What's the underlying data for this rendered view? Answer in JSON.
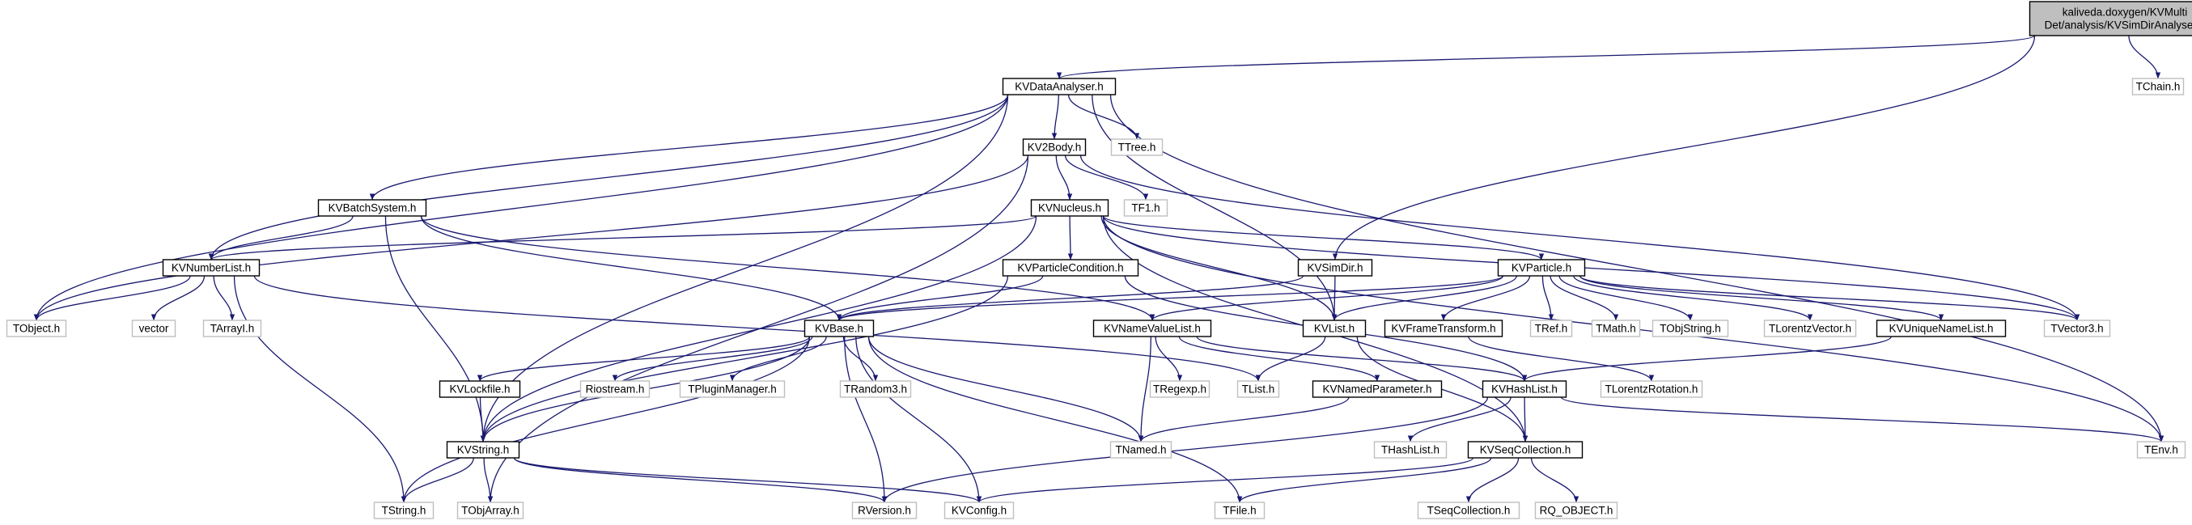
{
  "colors": {
    "background": "#ffffff",
    "edge": "#191970",
    "root_fill": "#bfbfbf",
    "node_fill": "#ffffff",
    "node_border": "#000000",
    "leaf_border": "#bfbfbf",
    "text": "#000000"
  },
  "nodes": [
    {
      "id": "root",
      "lines": [
        "kaliveda.doxygen/KVMulti",
        "Det/analysis/KVSimDirAnalyser.h"
      ],
      "kind": "root"
    },
    {
      "id": "kvdataanalyser",
      "lines": [
        "KVDataAnalyser.h"
      ],
      "kind": "internal"
    },
    {
      "id": "tchain",
      "lines": [
        "TChain.h"
      ],
      "kind": "external"
    },
    {
      "id": "kv2body",
      "lines": [
        "KV2Body.h"
      ],
      "kind": "internal"
    },
    {
      "id": "ttree",
      "lines": [
        "TTree.h"
      ],
      "kind": "external"
    },
    {
      "id": "tf1",
      "lines": [
        "TF1.h"
      ],
      "kind": "external"
    },
    {
      "id": "kvbatchsystem",
      "lines": [
        "KVBatchSystem.h"
      ],
      "kind": "internal"
    },
    {
      "id": "kvnucleus",
      "lines": [
        "KVNucleus.h"
      ],
      "kind": "internal"
    },
    {
      "id": "kvnumberlist",
      "lines": [
        "KVNumberList.h"
      ],
      "kind": "internal"
    },
    {
      "id": "kvparticlecondition",
      "lines": [
        "KVParticleCondition.h"
      ],
      "kind": "internal"
    },
    {
      "id": "kvsimdir",
      "lines": [
        "KVSimDir.h"
      ],
      "kind": "internal"
    },
    {
      "id": "kvparticle",
      "lines": [
        "KVParticle.h"
      ],
      "kind": "internal"
    },
    {
      "id": "tobject",
      "lines": [
        "TObject.h"
      ],
      "kind": "external"
    },
    {
      "id": "vector",
      "lines": [
        "vector"
      ],
      "kind": "external"
    },
    {
      "id": "tarrayi",
      "lines": [
        "TArrayI.h"
      ],
      "kind": "external"
    },
    {
      "id": "kvbase",
      "lines": [
        "KVBase.h"
      ],
      "kind": "internal"
    },
    {
      "id": "kvnamevaluelist",
      "lines": [
        "KVNameValueList.h"
      ],
      "kind": "internal"
    },
    {
      "id": "kvlist",
      "lines": [
        "KVList.h"
      ],
      "kind": "internal"
    },
    {
      "id": "kvframetransform",
      "lines": [
        "KVFrameTransform.h"
      ],
      "kind": "internal"
    },
    {
      "id": "tref",
      "lines": [
        "TRef.h"
      ],
      "kind": "external"
    },
    {
      "id": "tmath",
      "lines": [
        "TMath.h"
      ],
      "kind": "external"
    },
    {
      "id": "tobjstring",
      "lines": [
        "TObjString.h"
      ],
      "kind": "external"
    },
    {
      "id": "tlorentzvector",
      "lines": [
        "TLorentzVector.h"
      ],
      "kind": "external"
    },
    {
      "id": "kvuniquenamelist",
      "lines": [
        "KVUniqueNameList.h"
      ],
      "kind": "internal"
    },
    {
      "id": "tvector3",
      "lines": [
        "TVector3.h"
      ],
      "kind": "external"
    },
    {
      "id": "kvlockfile",
      "lines": [
        "KVLockfile.h"
      ],
      "kind": "internal"
    },
    {
      "id": "riostream",
      "lines": [
        "Riostream.h"
      ],
      "kind": "external"
    },
    {
      "id": "tpluginmanager",
      "lines": [
        "TPluginManager.h"
      ],
      "kind": "external"
    },
    {
      "id": "trandom3",
      "lines": [
        "TRandom3.h"
      ],
      "kind": "external"
    },
    {
      "id": "tregexp",
      "lines": [
        "TRegexp.h"
      ],
      "kind": "external"
    },
    {
      "id": "tlist",
      "lines": [
        "TList.h"
      ],
      "kind": "external"
    },
    {
      "id": "kvnamedparameter",
      "lines": [
        "KVNamedParameter.h"
      ],
      "kind": "internal"
    },
    {
      "id": "kvhashlist",
      "lines": [
        "KVHashList.h"
      ],
      "kind": "internal"
    },
    {
      "id": "tlorentzrotation",
      "lines": [
        "TLorentzRotation.h"
      ],
      "kind": "external"
    },
    {
      "id": "kvstring",
      "lines": [
        "KVString.h"
      ],
      "kind": "internal"
    },
    {
      "id": "tnamed",
      "lines": [
        "TNamed.h"
      ],
      "kind": "external"
    },
    {
      "id": "thashlist",
      "lines": [
        "THashList.h"
      ],
      "kind": "external"
    },
    {
      "id": "kvseqcollection",
      "lines": [
        "KVSeqCollection.h"
      ],
      "kind": "internal"
    },
    {
      "id": "tenv",
      "lines": [
        "TEnv.h"
      ],
      "kind": "external"
    },
    {
      "id": "tstring",
      "lines": [
        "TString.h"
      ],
      "kind": "external"
    },
    {
      "id": "tobjarray",
      "lines": [
        "TObjArray.h"
      ],
      "kind": "external"
    },
    {
      "id": "rversion",
      "lines": [
        "RVersion.h"
      ],
      "kind": "external"
    },
    {
      "id": "kvconfig",
      "lines": [
        "KVConfig.h"
      ],
      "kind": "external"
    },
    {
      "id": "tfile",
      "lines": [
        "TFile.h"
      ],
      "kind": "external"
    },
    {
      "id": "tseqcollection",
      "lines": [
        "TSeqCollection.h"
      ],
      "kind": "external"
    },
    {
      "id": "rq_object",
      "lines": [
        "RQ_OBJECT.h"
      ],
      "kind": "external"
    }
  ],
  "edges": [
    [
      "root",
      "kvdataanalyser"
    ],
    [
      "root",
      "tchain"
    ],
    [
      "root",
      "kvsimdir"
    ],
    [
      "kvdataanalyser",
      "kv2body"
    ],
    [
      "kvdataanalyser",
      "ttree"
    ],
    [
      "kvdataanalyser",
      "kvbatchsystem"
    ],
    [
      "kvdataanalyser",
      "kvnumberlist"
    ],
    [
      "kvdataanalyser",
      "tobject"
    ],
    [
      "kvdataanalyser",
      "kvlist"
    ],
    [
      "kvdataanalyser",
      "kvstring"
    ],
    [
      "kvdataanalyser",
      "tenv"
    ],
    [
      "kv2body",
      "kvnucleus"
    ],
    [
      "kv2body",
      "tf1"
    ],
    [
      "kv2body",
      "tobject"
    ],
    [
      "kv2body",
      "tobjarray"
    ],
    [
      "kv2body",
      "tvector3"
    ],
    [
      "kvbatchsystem",
      "kvnumberlist"
    ],
    [
      "kvbatchsystem",
      "kvbase"
    ],
    [
      "kvbatchsystem",
      "kvstring"
    ],
    [
      "kvbatchsystem",
      "kvnamevaluelist"
    ],
    [
      "kvnucleus",
      "kvparticlecondition"
    ],
    [
      "kvnucleus",
      "kvparticle"
    ],
    [
      "kvnucleus",
      "kvnumberlist"
    ],
    [
      "kvnucleus",
      "kvstring"
    ],
    [
      "kvnucleus",
      "tenv"
    ],
    [
      "kvnucleus",
      "kvseqcollection"
    ],
    [
      "kvnucleus",
      "tvector3"
    ],
    [
      "kvnucleus",
      "kvlist"
    ],
    [
      "kvnumberlist",
      "tobject"
    ],
    [
      "kvnumberlist",
      "vector"
    ],
    [
      "kvnumberlist",
      "tarrayi"
    ],
    [
      "kvnumberlist",
      "tstring"
    ],
    [
      "kvnumberlist",
      "tlist"
    ],
    [
      "kvparticlecondition",
      "kvbase"
    ],
    [
      "kvparticlecondition",
      "kvstring"
    ],
    [
      "kvparticlecondition",
      "kvhashlist"
    ],
    [
      "kvsimdir",
      "kvbase"
    ],
    [
      "kvsimdir",
      "kvlist"
    ],
    [
      "kvparticle",
      "kvbase"
    ],
    [
      "kvparticle",
      "kvlist"
    ],
    [
      "kvparticle",
      "kvframetransform"
    ],
    [
      "kvparticle",
      "tref"
    ],
    [
      "kvparticle",
      "tmath"
    ],
    [
      "kvparticle",
      "tobjstring"
    ],
    [
      "kvparticle",
      "tlorentzvector"
    ],
    [
      "kvparticle",
      "kvuniquenamelist"
    ],
    [
      "kvparticle",
      "tvector3"
    ],
    [
      "kvparticle",
      "kvnamevaluelist"
    ],
    [
      "kvbase",
      "kvlockfile"
    ],
    [
      "kvbase",
      "riostream"
    ],
    [
      "kvbase",
      "tpluginmanager"
    ],
    [
      "kvbase",
      "trandom3"
    ],
    [
      "kvbase",
      "kvstring"
    ],
    [
      "kvbase",
      "tstring"
    ],
    [
      "kvbase",
      "rversion"
    ],
    [
      "kvbase",
      "kvconfig"
    ],
    [
      "kvbase",
      "tfile"
    ],
    [
      "kvbase",
      "tnamed"
    ],
    [
      "kvnamevaluelist",
      "tregexp"
    ],
    [
      "kvnamevaluelist",
      "kvnamedparameter"
    ],
    [
      "kvnamevaluelist",
      "kvhashlist"
    ],
    [
      "kvnamevaluelist",
      "tnamed"
    ],
    [
      "kvlist",
      "tlist"
    ],
    [
      "kvlist",
      "kvseqcollection"
    ],
    [
      "kvframetransform",
      "tlorentzrotation"
    ],
    [
      "kvuniquenamelist",
      "kvhashlist"
    ],
    [
      "kvlockfile",
      "kvstring"
    ],
    [
      "kvnamedparameter",
      "tnamed"
    ],
    [
      "kvhashlist",
      "thashlist"
    ],
    [
      "kvhashlist",
      "kvseqcollection"
    ],
    [
      "kvhashlist",
      "tenv"
    ],
    [
      "kvhashlist",
      "rversion"
    ],
    [
      "kvstring",
      "tstring"
    ],
    [
      "kvstring",
      "tobjarray"
    ],
    [
      "kvstring",
      "rversion"
    ],
    [
      "kvstring",
      "kvconfig"
    ],
    [
      "kvseqcollection",
      "kvconfig"
    ],
    [
      "kvseqcollection",
      "tfile"
    ],
    [
      "kvseqcollection",
      "tseqcollection"
    ],
    [
      "kvseqcollection",
      "rq_object"
    ]
  ]
}
